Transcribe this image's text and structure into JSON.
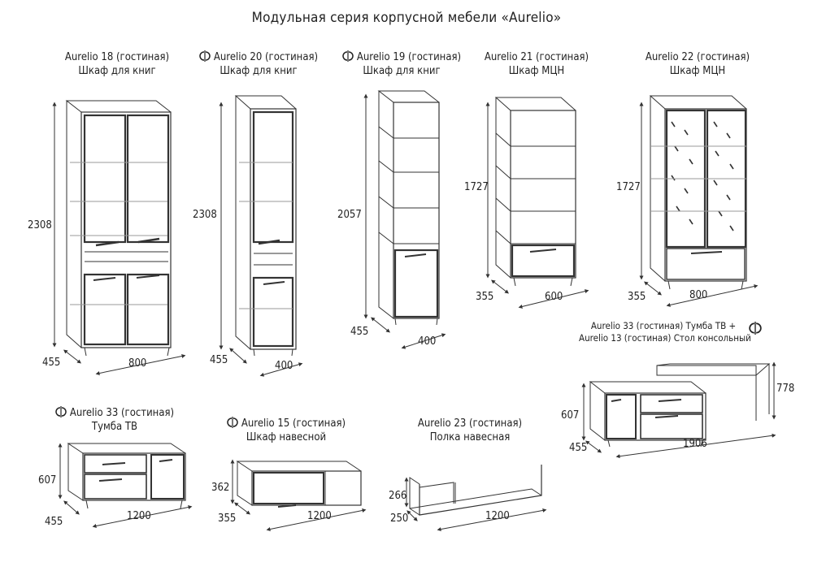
{
  "title": "Модульная серия корпусной мебели «Aurelio»",
  "items": [
    {
      "name": "Aurelio 18 (гостиная)",
      "type": "Шкаф для книг",
      "dims": [
        "2308",
        "455",
        "800"
      ]
    },
    {
      "name": "Aurelio 20 (гостиная)",
      "type": "Шкаф для книг",
      "dims": [
        "2308",
        "455",
        "400"
      ],
      "icon": "mirror-icon"
    },
    {
      "name": "Aurelio 19 (гостиная)",
      "type": "Шкаф для книг",
      "dims": [
        "2057",
        "455",
        "400"
      ],
      "icon": "mirror-icon"
    },
    {
      "name": "Aurelio 21 (гостиная)",
      "type": "Шкаф МЦН",
      "dims": [
        "1727",
        "355",
        "600"
      ]
    },
    {
      "name": "Aurelio 22 (гостиная)",
      "type": "Шкаф МЦН",
      "dims": [
        "1727",
        "355",
        "800"
      ]
    },
    {
      "name": "Aurelio 33 (гостиная) Тумба ТВ +",
      "type": "Aurelio 13 (гостиная) Стол консольный",
      "dims": [
        "607",
        "455",
        "1906",
        "778"
      ],
      "icon": "mirror-icon"
    },
    {
      "name": "Aurelio 33 (гостиная)",
      "type": "Тумба ТВ",
      "dims": [
        "607",
        "455",
        "1200"
      ],
      "icon": "mirror-icon"
    },
    {
      "name": "Aurelio 15 (гостиная)",
      "type": "Шкаф навесной",
      "dims": [
        "362",
        "355",
        "1200"
      ],
      "icon": "mirror-icon"
    },
    {
      "name": "Aurelio 23 (гостиная)",
      "type": "Полка навесная",
      "dims": [
        "266",
        "250",
        "1200"
      ]
    }
  ]
}
